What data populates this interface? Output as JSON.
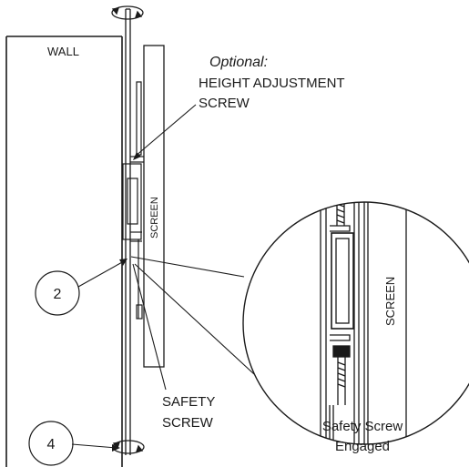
{
  "labels": {
    "wall": "WALL",
    "optional": "Optional:",
    "height_adjust_line1": "HEIGHT ADJUSTMENT",
    "height_adjust_line2": "SCREW",
    "screen_main": "SCREEN",
    "screen_detail": "SCREEN",
    "safety_line1": "SAFETY",
    "safety_line2": "SCREW",
    "engaged_line1": "Safety Screw",
    "engaged_line2": "Engaged"
  },
  "callouts": [
    {
      "id": "2"
    },
    {
      "id": "4"
    }
  ]
}
